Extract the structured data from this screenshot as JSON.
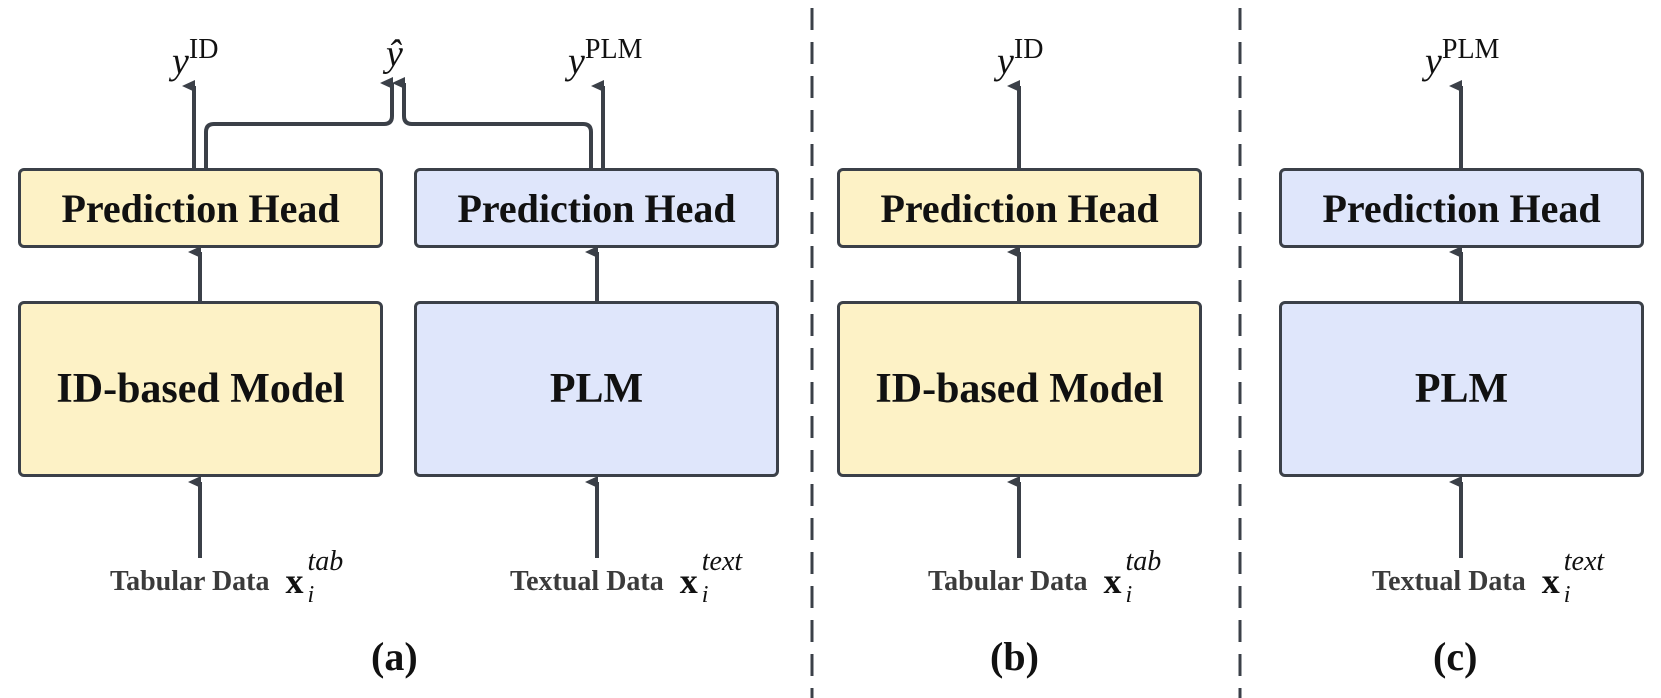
{
  "colors": {
    "id_fill": "#fdf2c6",
    "plm_fill": "#dfe6fb",
    "stroke": "#3b4048"
  },
  "panel_a": {
    "id_head": "Prediction Head",
    "plm_head": "Prediction Head",
    "id_model": "ID-based Model",
    "plm_model": "PLM",
    "out_id": {
      "base": "y",
      "sup": "ID"
    },
    "out_fused": "ŷ",
    "out_plm": {
      "base": "y",
      "sup": "PLM"
    },
    "input_tab": {
      "text": "Tabular Data",
      "symbol": "x",
      "sub": "i",
      "sup": "tab"
    },
    "input_text": {
      "text": "Textual Data",
      "symbol": "x",
      "sub": "i",
      "sup": "text"
    },
    "caption": "(a)"
  },
  "panel_b": {
    "head": "Prediction Head",
    "model": "ID-based Model",
    "out": {
      "base": "y",
      "sup": "ID"
    },
    "input": {
      "text": "Tabular Data",
      "symbol": "x",
      "sub": "i",
      "sup": "tab"
    },
    "caption": "(b)"
  },
  "panel_c": {
    "head": "Prediction Head",
    "model": "PLM",
    "out": {
      "base": "y",
      "sup": "PLM"
    },
    "input": {
      "text": "Textual Data",
      "symbol": "x",
      "sub": "i",
      "sup": "text"
    },
    "caption": "(c)"
  }
}
